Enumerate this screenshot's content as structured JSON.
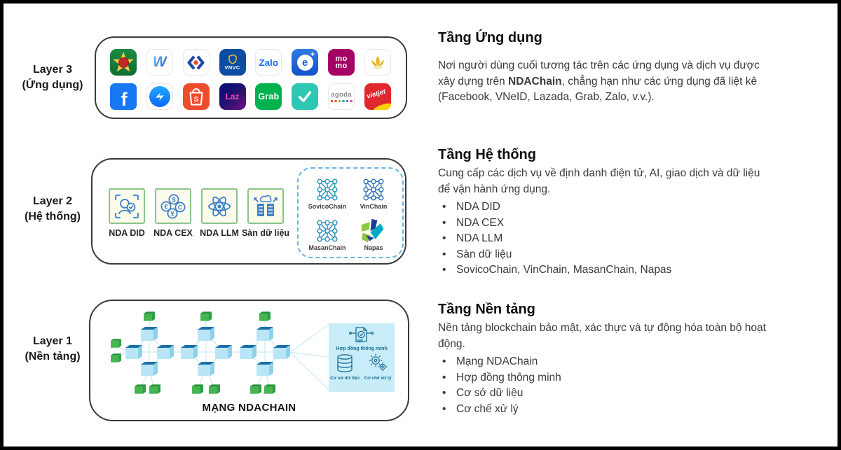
{
  "left_labels": [
    {
      "line1": "Layer 3",
      "line2": "(Ứng dụng)"
    },
    {
      "line1": "Layer 2",
      "line2": "(Hệ thống)"
    },
    {
      "line1": "Layer 1",
      "line2": "(Nền tảng)"
    }
  ],
  "layer3": {
    "apps_row1": [
      {
        "name": "vneid-app"
      },
      {
        "name": "wave-app",
        "text": "W"
      },
      {
        "name": "gov-portal-app"
      },
      {
        "name": "vnvc-app",
        "text": "VNVC"
      },
      {
        "name": "zalo-app",
        "text": "Zalo"
      },
      {
        "name": "e-plus-app",
        "text": "e",
        "plus": "+"
      },
      {
        "name": "momo-app",
        "line1": "mo",
        "line2": "mo"
      },
      {
        "name": "lotus-airline-app"
      }
    ],
    "apps_row2": [
      {
        "name": "facebook-app",
        "text": "f"
      },
      {
        "name": "messenger-app"
      },
      {
        "name": "shopee-app",
        "text": "S"
      },
      {
        "name": "lazada-app",
        "text": "Laz"
      },
      {
        "name": "grab-app",
        "text": "Grab"
      },
      {
        "name": "v-check-app"
      },
      {
        "name": "agoda-app",
        "text": "agoda"
      },
      {
        "name": "vietjet-app",
        "text": "vietjet"
      }
    ]
  },
  "layer2": {
    "tiles": [
      {
        "label": "NDA DID",
        "icon": "identity-scan-icon"
      },
      {
        "label": "NDA CEX",
        "icon": "currency-exchange-icon"
      },
      {
        "label": "NDA LLM",
        "icon": "atom-icon"
      },
      {
        "label": "Sàn dữ liệu",
        "icon": "data-server-icon"
      }
    ],
    "chains": [
      {
        "label": "SovicoChain",
        "icon": "blockchain-network-icon"
      },
      {
        "label": "VinChain",
        "icon": "blockchain-network-icon"
      },
      {
        "label": "MasanChain",
        "icon": "blockchain-network-icon"
      },
      {
        "label": "Napas",
        "icon": "napas-logo"
      }
    ]
  },
  "layer1": {
    "caption": "MẠNG NDACHAIN",
    "panel": {
      "item1": "Hợp đồng thông minh",
      "item2": "Cơ sở dữ liệu",
      "item3": "Cơ chế xử lý"
    }
  },
  "descriptions": {
    "application": {
      "title": "Tầng Ứng dụng",
      "body_pre": "Nơi người dùng cuối tương tác trên các ứng dụng và dịch vụ được xây dựng trên ",
      "body_bold": "NDAChain",
      "body_post": ", chẳng hạn như các ứng dụng đã liệt kê (Facebook, VNeID, Lazada, Grab, Zalo, v.v.)."
    },
    "system": {
      "title": "Tầng Hệ thống",
      "body": "Cung cấp các dịch vụ về định danh điện tử, AI, giao dịch và dữ liệu để vận hành ứng dụng.",
      "bullets": [
        "NDA DID",
        "NDA CEX",
        "NDA LLM",
        "Sàn dữ liệu",
        "SovicoChain, VinChain, MasanChain, Napas"
      ]
    },
    "platform": {
      "title": "Tầng Nền tảng",
      "body": "Nền tảng blockchain bảo mật, xác thực và tự động hóa toàn bộ hoạt động.",
      "bullets": [
        "Mạng NDAChain",
        "Hợp đồng thông minh",
        "Cơ sở dữ liệu",
        "Cơ chế xử lý"
      ]
    }
  }
}
